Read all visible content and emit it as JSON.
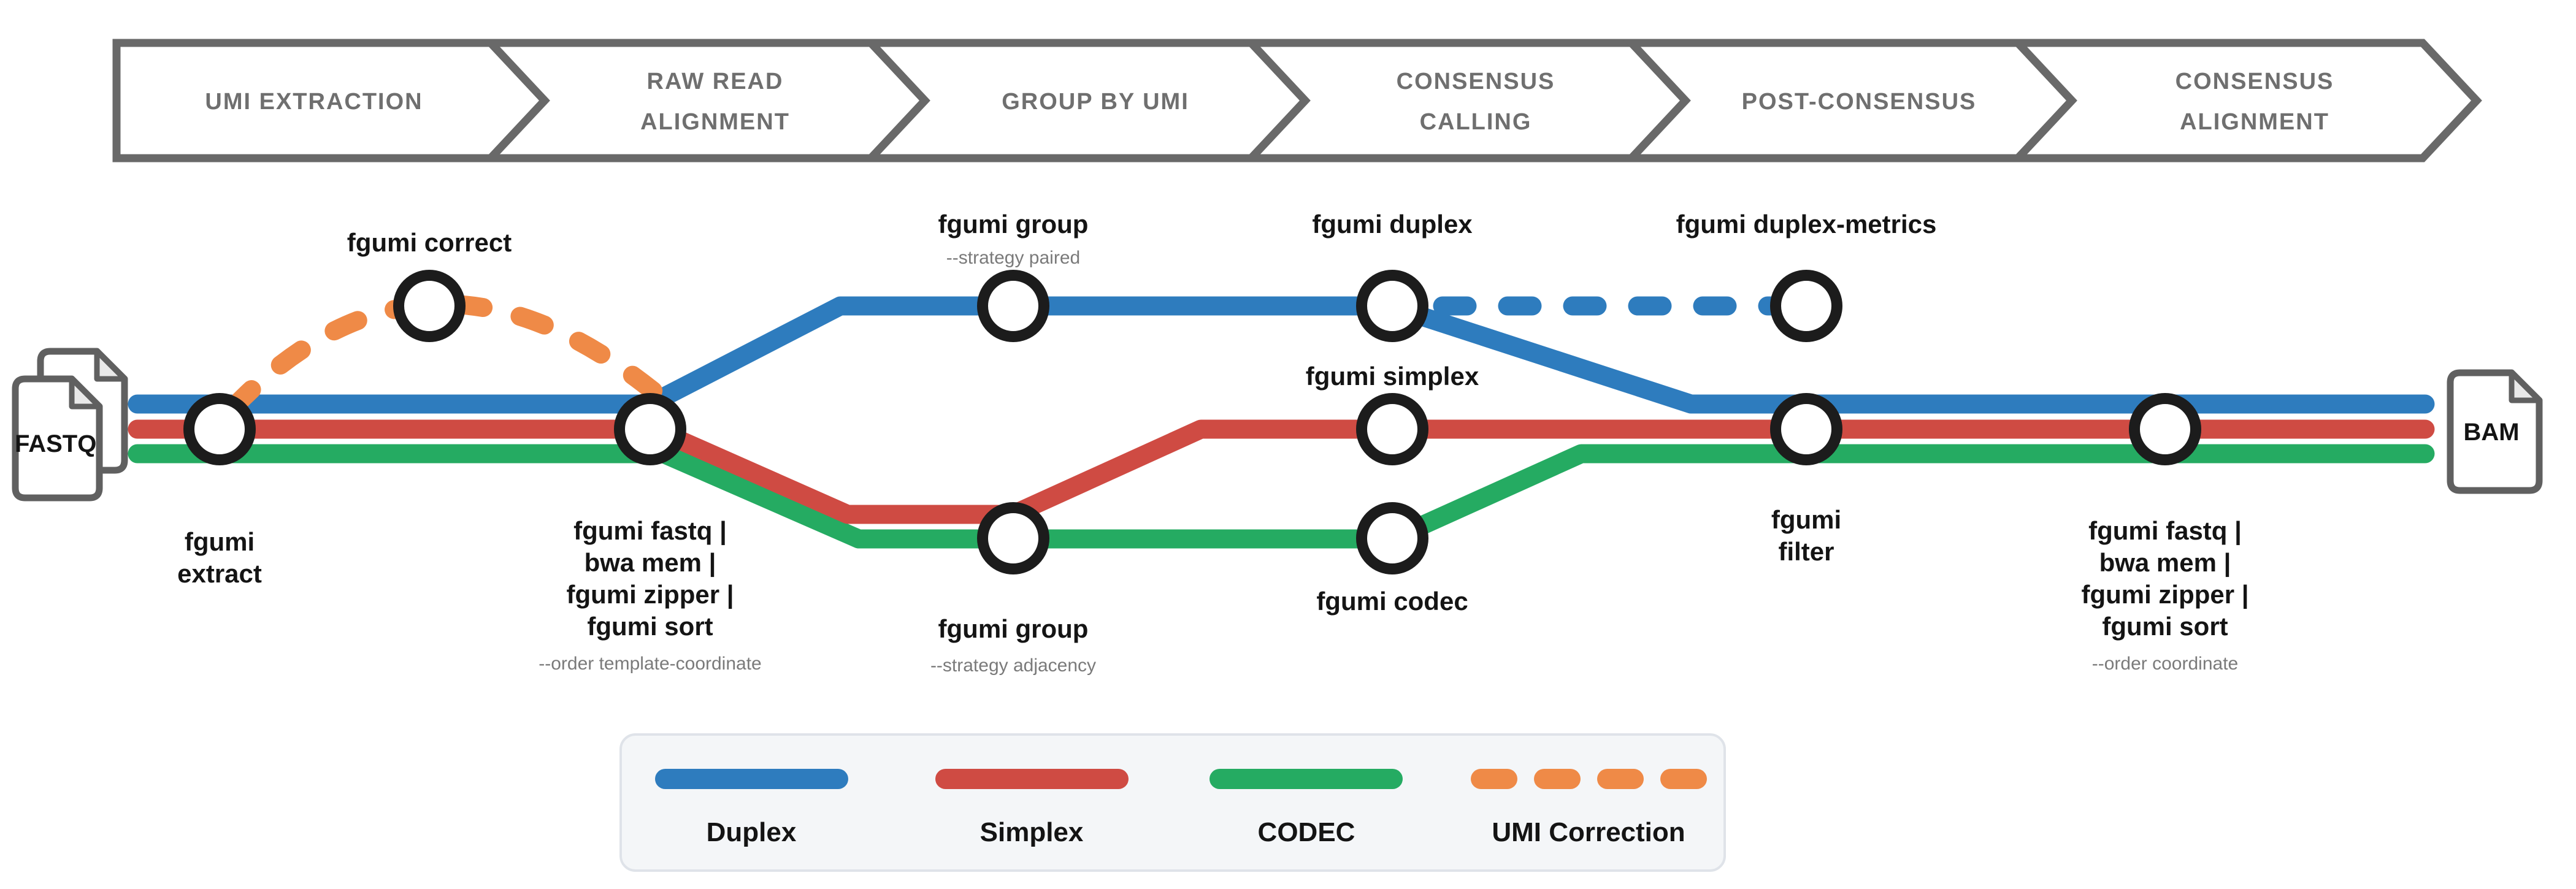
{
  "colors": {
    "duplex": "#2e7cbe",
    "simplex": "#cf4b43",
    "codec": "#25ab62",
    "umi_correction": "#ef8a47",
    "banner": "#696969",
    "banner_text": "#6f6f6f",
    "station_ring": "#1c1c1c",
    "label": "#141414",
    "sublabel": "#7a7a7a",
    "doc_stroke": "#606060",
    "legend_bg": "#f4f6f8",
    "legend_border": "#dfe3e9"
  },
  "banner": {
    "stages": [
      {
        "line1": "UMI EXTRACTION",
        "line2": ""
      },
      {
        "line1": "RAW READ",
        "line2": "ALIGNMENT"
      },
      {
        "line1": "GROUP BY UMI",
        "line2": ""
      },
      {
        "line1": "CONSENSUS",
        "line2": "CALLING"
      },
      {
        "line1": "POST-CONSENSUS",
        "line2": ""
      },
      {
        "line1": "CONSENSUS",
        "line2": "ALIGNMENT"
      }
    ]
  },
  "endpoints": {
    "input": "FASTQ",
    "output": "BAM"
  },
  "stations": {
    "extract": {
      "line1": "fgumi",
      "line2": "extract"
    },
    "correct": {
      "label": "fgumi correct"
    },
    "align1": {
      "line1": "fgumi fastq |",
      "line2": "bwa mem |",
      "line3": "fgumi zipper |",
      "line4": "fgumi sort",
      "sublabel": "--order template-coordinate"
    },
    "group_paired": {
      "label": "fgumi group",
      "sublabel": "--strategy paired"
    },
    "group_adjacency": {
      "label": "fgumi group",
      "sublabel": "--strategy adjacency"
    },
    "duplex": {
      "label": "fgumi duplex"
    },
    "simplex": {
      "label": "fgumi simplex"
    },
    "codec": {
      "label": "fgumi codec"
    },
    "duplex_metrics": {
      "label": "fgumi duplex-metrics"
    },
    "filter": {
      "line1": "fgumi",
      "line2": "filter"
    },
    "align2": {
      "line1": "fgumi fastq |",
      "line2": "bwa mem |",
      "line3": "fgumi zipper |",
      "line4": "fgumi sort",
      "sublabel": "--order coordinate"
    }
  },
  "legend": {
    "items": [
      {
        "label": "Duplex",
        "style": "solid",
        "color_key": "duplex"
      },
      {
        "label": "Simplex",
        "style": "solid",
        "color_key": "simplex"
      },
      {
        "label": "CODEC",
        "style": "solid",
        "color_key": "codec"
      },
      {
        "label": "UMI Correction",
        "style": "dashed",
        "color_key": "umi_correction"
      }
    ]
  }
}
